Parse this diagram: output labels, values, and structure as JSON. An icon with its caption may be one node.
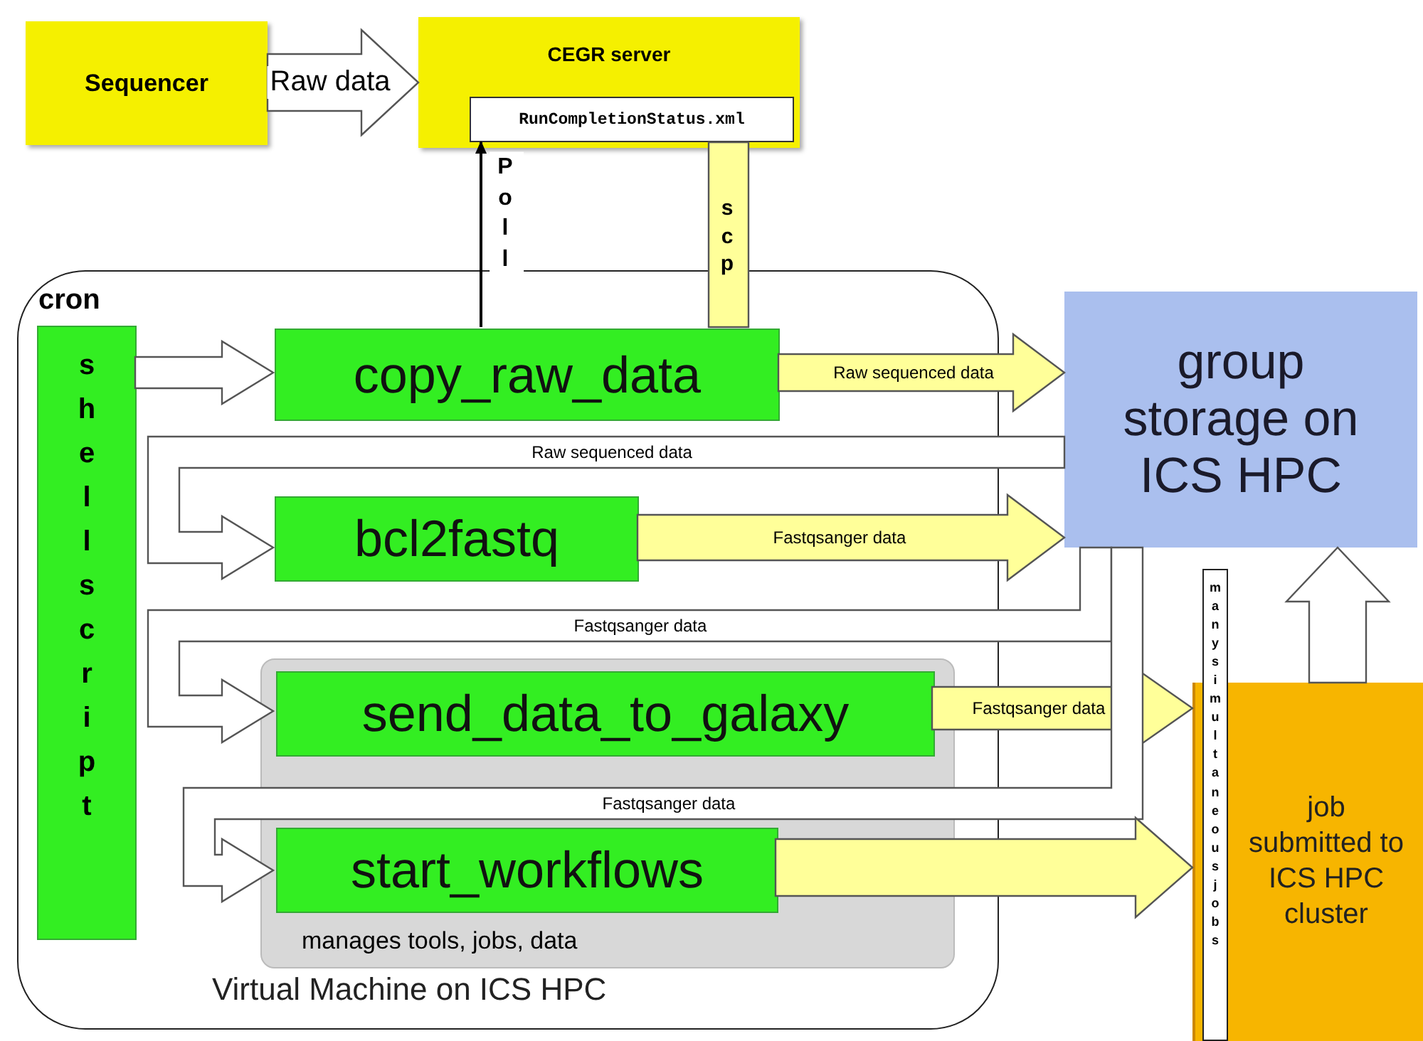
{
  "diagram": {
    "nodes": [
      {
        "text": [
          "Sequencer"
        ]
      },
      {
        "text": [
          "CEGR server"
        ]
      },
      {
        "text": [
          "RunCompletionStatus.xml"
        ],
        "in": 1
      },
      {
        "text": [
          "Virtual Machine on ICS HPC"
        ]
      },
      {
        "text": [
          "cron",
          "shell script"
        ],
        "in": 3
      },
      {
        "text": [
          "manages tools, jobs, data"
        ],
        "in": 3
      },
      {
        "text": [
          "copy_raw_data"
        ],
        "in": 3
      },
      {
        "text": [
          "bcl2fastq"
        ],
        "in": 3
      },
      {
        "text": [
          "send_data_to_galaxy"
        ],
        "in": 5
      },
      {
        "text": [
          "start_workflows"
        ],
        "in": 5
      },
      {
        "text": [
          "group storage on ICS HPC"
        ]
      },
      {
        "text": [
          "many simultaneous jobs"
        ]
      },
      {
        "text": [
          "job submitted to ICS HPC cluster"
        ]
      }
    ],
    "edges": [
      {
        "from": 0,
        "to": 1,
        "arrow": "to",
        "label": "Raw data",
        "style": "thick"
      },
      {
        "from": 6,
        "to": 2,
        "arrow": "to",
        "label": "Poll"
      },
      {
        "from": 2,
        "to": 6,
        "arrow": "none",
        "label": "scp",
        "style": "thick",
        "color": "#ffff99"
      },
      {
        "from": 4,
        "to": 6,
        "arrow": "to",
        "style": "thick"
      },
      {
        "from": 6,
        "to": 10,
        "arrow": "to",
        "label": "Raw sequenced data",
        "style": "thick",
        "color": "#ffff99"
      },
      {
        "from": 10,
        "to": 7,
        "arrow": "to",
        "label": "Raw sequenced data",
        "style": "thick"
      },
      {
        "from": 7,
        "to": 10,
        "arrow": "to",
        "label": "Fastqsanger data",
        "style": "thick",
        "color": "#ffff99"
      },
      {
        "from": 10,
        "to": 8,
        "arrow": "to",
        "label": "Fastqsanger data",
        "style": "thick"
      },
      {
        "from": 8,
        "to": 12,
        "arrow": "to",
        "label": "Fastqsanger data",
        "style": "thick",
        "color": "#ffff99"
      },
      {
        "from": 10,
        "to": 9,
        "arrow": "to",
        "label": "Fastqsanger data",
        "style": "thick"
      },
      {
        "from": 9,
        "to": 12,
        "arrow": "to",
        "style": "thick",
        "color": "#ffff99"
      },
      {
        "from": 12,
        "to": 10,
        "arrow": "to",
        "style": "thick"
      }
    ]
  }
}
